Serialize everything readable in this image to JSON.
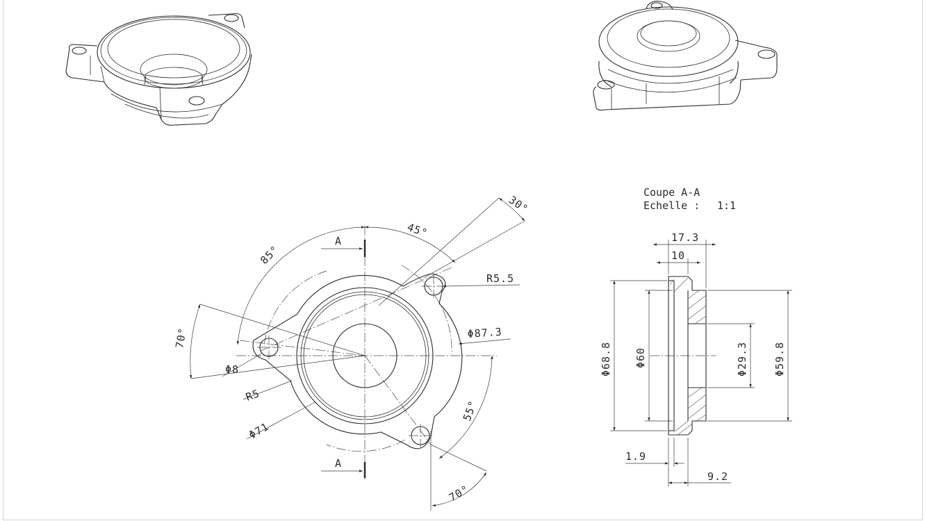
{
  "section": {
    "title": "Coupe A-A",
    "scale_label": "Echelle :",
    "scale_value": "1:1"
  },
  "section_markers": {
    "top": "A",
    "bottom": "A"
  },
  "front_view_dims": {
    "ang_85": "85°",
    "ang_45": "45°",
    "ang_30": "30°",
    "r_5_5": "R5.5",
    "dia_87_3": "Φ87.3",
    "ang_70_left": "70°",
    "dia_8": "Φ8",
    "r_5": "R5",
    "dia_71": "Φ71",
    "ang_55": "55°",
    "ang_70_bottom": "70°"
  },
  "section_view_dims": {
    "w_17_3": "17.3",
    "w_10": "10",
    "dia_68_8": "Φ68.8",
    "dia_60": "Φ60",
    "dia_29_3": "Φ29.3",
    "dia_59_8": "Φ59.8",
    "w_1_9": "1.9",
    "w_9_2": "9.2"
  }
}
